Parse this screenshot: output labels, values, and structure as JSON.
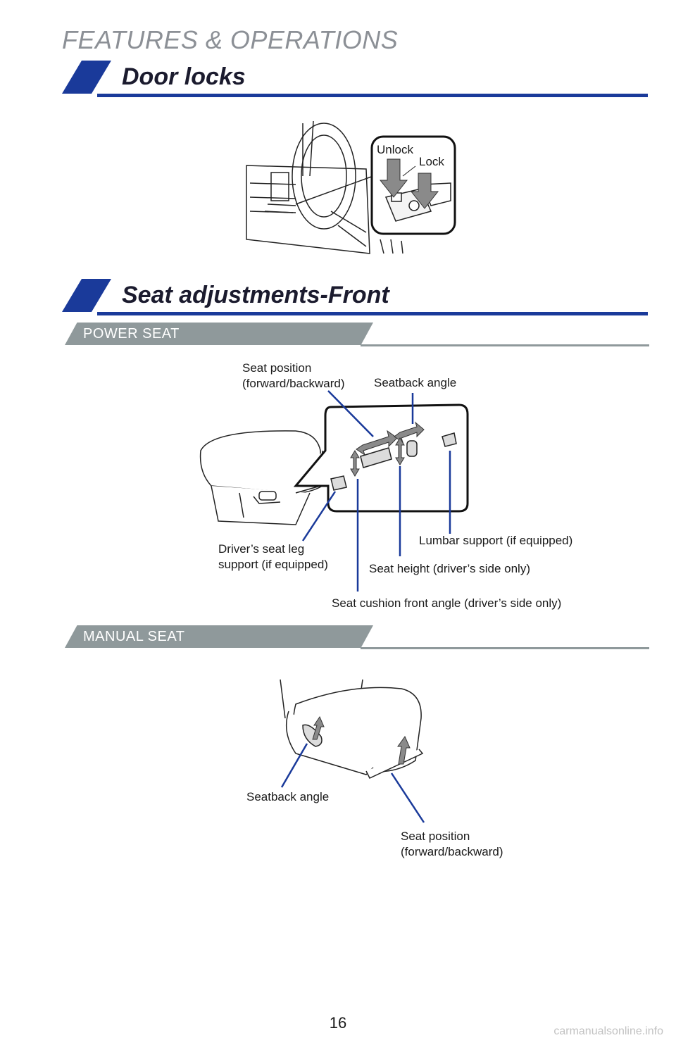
{
  "header": {
    "title": "FEATURES & OPERATIONS"
  },
  "sections": {
    "door_locks": {
      "title": "Door locks",
      "labels": {
        "unlock": "Unlock",
        "lock": "Lock"
      }
    },
    "seat_adjustments": {
      "title": "Seat adjustments-Front",
      "power_seat": {
        "heading": "POWER SEAT",
        "labels": {
          "seat_position": "Seat position\n(forward/backward)",
          "seatback_angle": "Seatback angle",
          "leg_support": "Driver’s seat leg\nsupport (if equipped)",
          "lumbar_support": "Lumbar support (if equipped)",
          "seat_height": "Seat height (driver’s side only)",
          "cushion_angle": "Seat cushion front angle (driver’s side only)"
        }
      },
      "manual_seat": {
        "heading": "MANUAL SEAT",
        "labels": {
          "seatback_angle": "Seatback angle",
          "seat_position": "Seat position\n(forward/backward)"
        }
      }
    }
  },
  "footer": {
    "page_number": "16",
    "watermark": "carmanualsonline.info"
  },
  "colors": {
    "accent_blue": "#1a3a9a",
    "gray_band": "#8f999b",
    "arrow_gray": "#8a8a8a"
  }
}
